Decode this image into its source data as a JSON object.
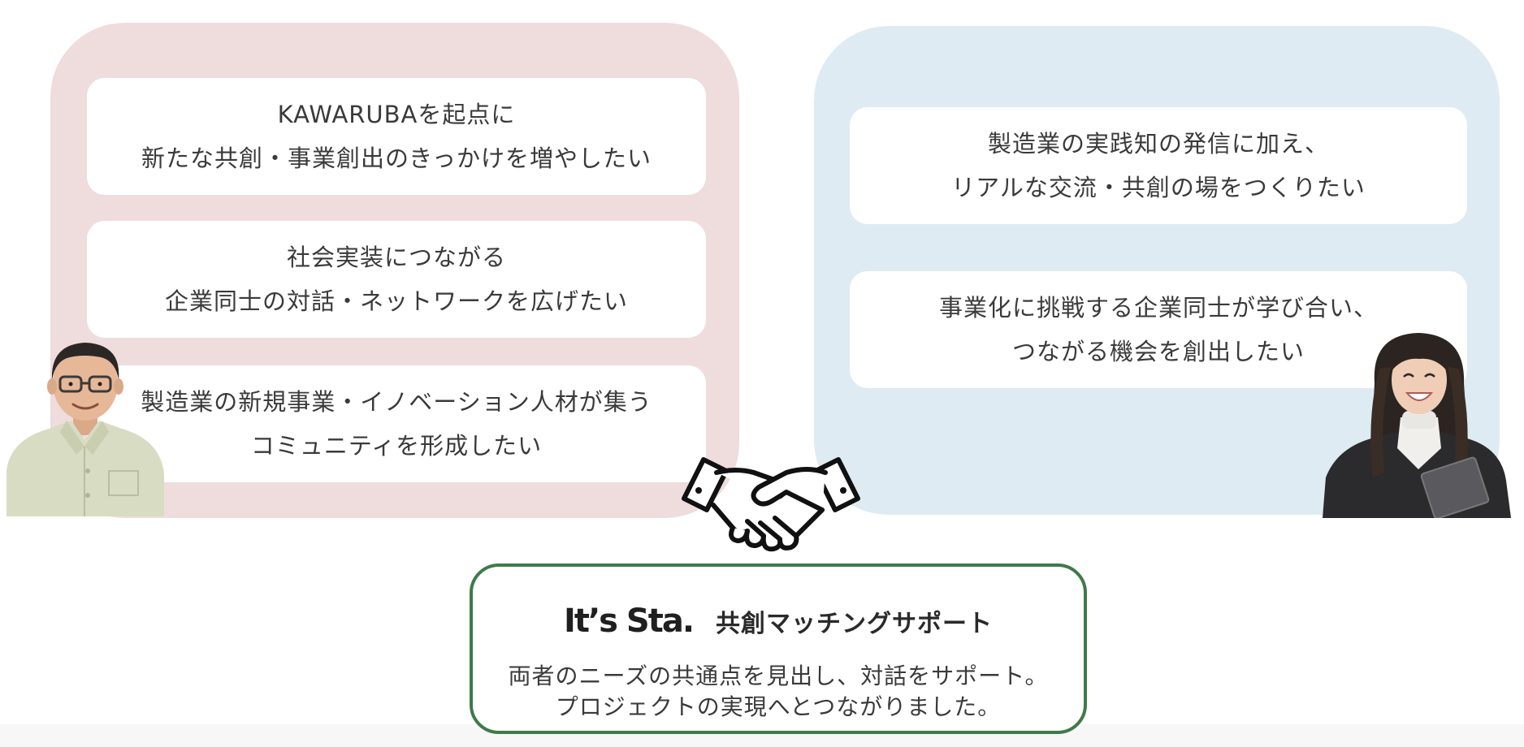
{
  "left_panel": {
    "color": "#efdcdd",
    "cards": [
      {
        "lines": [
          "KAWARUBAを起点に",
          "新たな共創・事業創出のきっかけを増やしたい"
        ]
      },
      {
        "lines": [
          "社会実装につながる",
          "企業同士の対話・ネットワークを広げたい"
        ]
      },
      {
        "lines": [
          "製造業の新規事業・イノベーション人材が集う",
          "コミュニティを形成したい"
        ]
      }
    ]
  },
  "right_panel": {
    "color": "#deebf2",
    "cards": [
      {
        "lines": [
          "製造業の実践知の発信に加え、",
          "リアルな交流・共創の場をつくりたい"
        ]
      },
      {
        "lines": [
          "事業化に挑戦する企業同士が学び合い、",
          "つながる機会を創出したい"
        ]
      }
    ]
  },
  "support": {
    "logo": "It’s Sta",
    "logo_dot": ".",
    "title": "共創マッチングサポート",
    "description": [
      "両者のニーズの共通点を見出し、対話をサポート。",
      "プロジェクトの実現へとつながりました。"
    ],
    "border_color": "#3f7a4a"
  },
  "icons": {
    "handshake": "handshake-icon",
    "person_left": "man-with-glasses-photo",
    "person_right": "smiling-woman-photo"
  }
}
